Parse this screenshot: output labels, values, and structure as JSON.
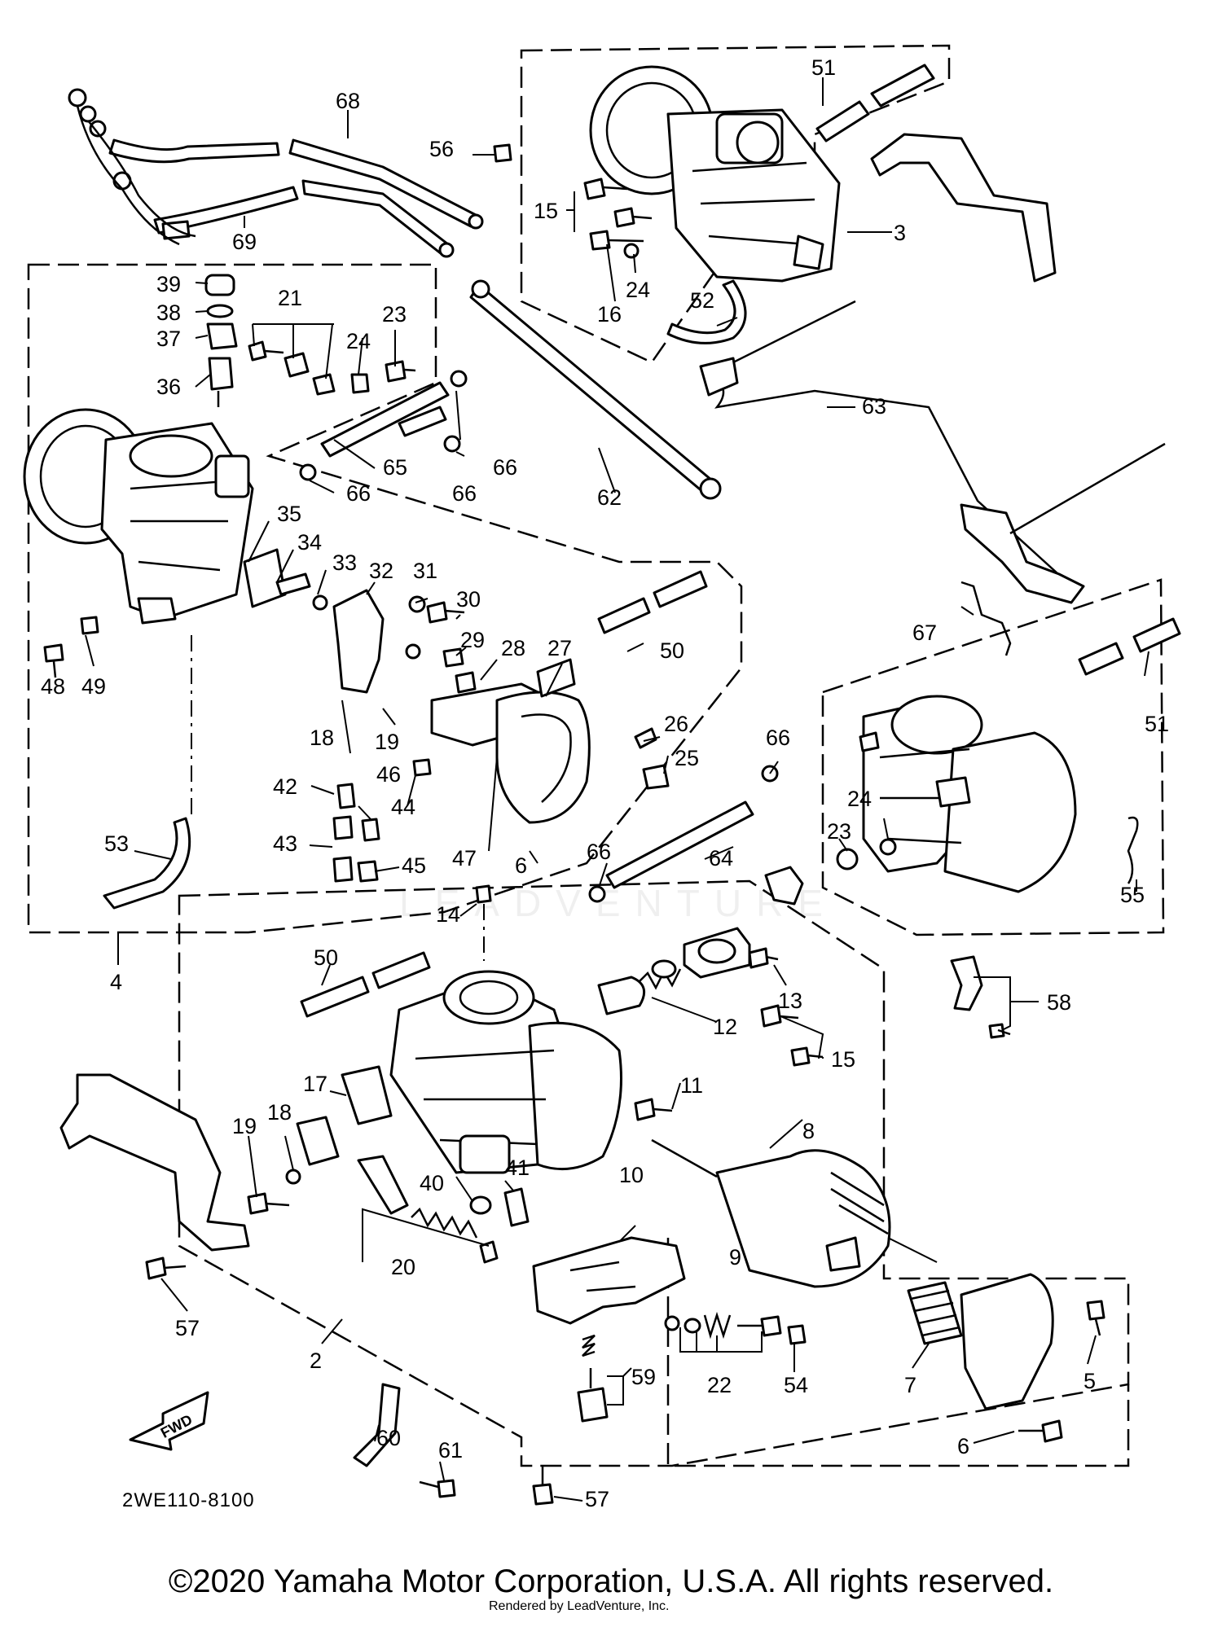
{
  "diagram": {
    "drawing_code": "2WE110-8100",
    "fwd_label": "FWD",
    "watermark": "LEADVENTURE",
    "copyright": "©2020 Yamaha Motor Corporation, U.S.A. All rights reserved.",
    "rendered_by": "Rendered by LeadVenture, Inc."
  },
  "callouts": [
    {
      "id": "c68",
      "label": "68"
    },
    {
      "id": "c69",
      "label": "69"
    },
    {
      "id": "c56",
      "label": "56"
    },
    {
      "id": "c51a",
      "label": "51"
    },
    {
      "id": "c15a",
      "label": "15"
    },
    {
      "id": "c3",
      "label": "3"
    },
    {
      "id": "c24a",
      "label": "24"
    },
    {
      "id": "c16",
      "label": "16"
    },
    {
      "id": "c52",
      "label": "52"
    },
    {
      "id": "c39",
      "label": "39"
    },
    {
      "id": "c38",
      "label": "38"
    },
    {
      "id": "c37",
      "label": "37"
    },
    {
      "id": "c36",
      "label": "36"
    },
    {
      "id": "c21",
      "label": "21"
    },
    {
      "id": "c23a",
      "label": "23"
    },
    {
      "id": "c24b",
      "label": "24"
    },
    {
      "id": "c65",
      "label": "65"
    },
    {
      "id": "c66a",
      "label": "66"
    },
    {
      "id": "c66b",
      "label": "66"
    },
    {
      "id": "c66c",
      "label": "66"
    },
    {
      "id": "c62",
      "label": "62"
    },
    {
      "id": "c63",
      "label": "63"
    },
    {
      "id": "c35",
      "label": "35"
    },
    {
      "id": "c34",
      "label": "34"
    },
    {
      "id": "c33",
      "label": "33"
    },
    {
      "id": "c32",
      "label": "32"
    },
    {
      "id": "c31",
      "label": "31"
    },
    {
      "id": "c30",
      "label": "30"
    },
    {
      "id": "c29",
      "label": "29"
    },
    {
      "id": "c28",
      "label": "28"
    },
    {
      "id": "c27",
      "label": "27"
    },
    {
      "id": "c50a",
      "label": "50"
    },
    {
      "id": "c67",
      "label": "67"
    },
    {
      "id": "c51b",
      "label": "51"
    },
    {
      "id": "c48",
      "label": "48"
    },
    {
      "id": "c49",
      "label": "49"
    },
    {
      "id": "c18a",
      "label": "18"
    },
    {
      "id": "c19a",
      "label": "19"
    },
    {
      "id": "c26",
      "label": "26"
    },
    {
      "id": "c25",
      "label": "25"
    },
    {
      "id": "c66d",
      "label": "66"
    },
    {
      "id": "c42",
      "label": "42"
    },
    {
      "id": "c46",
      "label": "46"
    },
    {
      "id": "c44",
      "label": "44"
    },
    {
      "id": "c47",
      "label": "47"
    },
    {
      "id": "c24c",
      "label": "24"
    },
    {
      "id": "c23b",
      "label": "23"
    },
    {
      "id": "c53",
      "label": "53"
    },
    {
      "id": "c43",
      "label": "43"
    },
    {
      "id": "c45",
      "label": "45"
    },
    {
      "id": "c6a",
      "label": "6"
    },
    {
      "id": "c66e",
      "label": "66"
    },
    {
      "id": "c64",
      "label": "64"
    },
    {
      "id": "c55",
      "label": "55"
    },
    {
      "id": "c14",
      "label": "14"
    },
    {
      "id": "c4",
      "label": "4"
    },
    {
      "id": "c50b",
      "label": "50"
    },
    {
      "id": "c13",
      "label": "13"
    },
    {
      "id": "c58",
      "label": "58"
    },
    {
      "id": "c12",
      "label": "12"
    },
    {
      "id": "c15b",
      "label": "15"
    },
    {
      "id": "c17",
      "label": "17"
    },
    {
      "id": "c11",
      "label": "11"
    },
    {
      "id": "c8",
      "label": "8"
    },
    {
      "id": "c19b",
      "label": "19"
    },
    {
      "id": "c18b",
      "label": "18"
    },
    {
      "id": "c40",
      "label": "40"
    },
    {
      "id": "c41",
      "label": "41"
    },
    {
      "id": "c10",
      "label": "10"
    },
    {
      "id": "c9",
      "label": "9"
    },
    {
      "id": "c20",
      "label": "20"
    },
    {
      "id": "c57a",
      "label": "57"
    },
    {
      "id": "c2",
      "label": "2"
    },
    {
      "id": "c59",
      "label": "59"
    },
    {
      "id": "c22",
      "label": "22"
    },
    {
      "id": "c54",
      "label": "54"
    },
    {
      "id": "c7",
      "label": "7"
    },
    {
      "id": "c5",
      "label": "5"
    },
    {
      "id": "c60",
      "label": "60"
    },
    {
      "id": "c61",
      "label": "61"
    },
    {
      "id": "c6b",
      "label": "6"
    },
    {
      "id": "c57b",
      "label": "57"
    }
  ]
}
